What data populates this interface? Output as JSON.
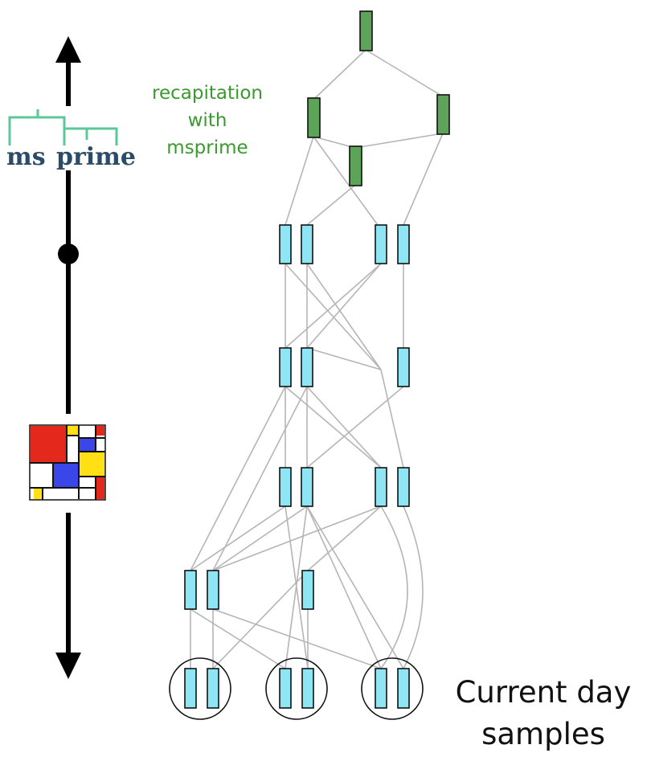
{
  "logo": {
    "text_left": "ms",
    "text_right": "prime",
    "colors": {
      "text": "#2c4b66",
      "tree": "#5cc79a"
    }
  },
  "recapitation_label": [
    "recapitation",
    "with",
    "msprime"
  ],
  "samples_label": [
    "Current day",
    "samples"
  ],
  "colors": {
    "recap_node": "#5ea35a",
    "sim_node": "#8ee6f5",
    "edge": "#b5b5b5",
    "timeline": "#000000",
    "label_green": "#3a9a2e",
    "slim_logo": {
      "red": "#e5281c",
      "blue": "#3a46e8",
      "yellow": "#ffe014",
      "white": "#ffffff"
    }
  },
  "icons": [
    "up-arrow-icon",
    "down-arrow-icon",
    "msprime-logo-icon",
    "slim-logo-icon"
  ]
}
